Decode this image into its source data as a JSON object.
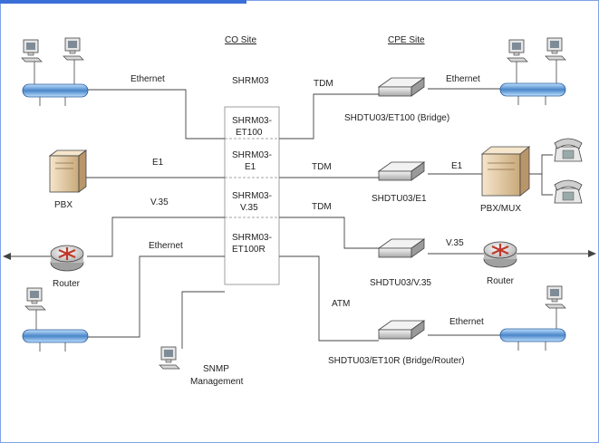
{
  "headers": {
    "co_site": "CO Site",
    "cpe_site": "CPE Site"
  },
  "center": {
    "title": "SHRM03",
    "modules": [
      [
        "SHRM03-",
        "ET100"
      ],
      [
        "SHRM03-",
        "E1"
      ],
      [
        "SHRM03-",
        "V.35"
      ],
      [
        "SHRM03-",
        "ET100R"
      ]
    ]
  },
  "labels": {
    "ethernet_top_left": "Ethernet",
    "e1_left": "E1",
    "v35_left": "V.35",
    "ethernet_mid_left": "Ethernet",
    "tdm_1": "TDM",
    "tdm_2": "TDM",
    "tdm_3": "TDM",
    "atm": "ATM",
    "ethernet_top_right": "Ethernet",
    "e1_right": "E1",
    "v35_right": "V.35",
    "ethernet_bottom_right": "Ethernet"
  },
  "devices": {
    "pbx": "PBX",
    "router_left": "Router",
    "snmp": [
      "SNMP",
      "Management"
    ],
    "shdtu_bridge": "SHDTU03/ET100 (Bridge)",
    "shdtu_e1": "SHDTU03/E1",
    "pbx_mux": "PBX/MUX",
    "shdtu_v35": "SHDTU03/V.35",
    "router_right": "Router",
    "shdtu_bridge_router": "SHDTU03/ET10R (Bridge/Router)"
  },
  "colors": {
    "frame": "#3a6fd8",
    "line": "#444444",
    "bus": "#4a86c8",
    "router": "#c0392b",
    "pbx": "#e8d3b0",
    "modem": "#d9d9d9"
  }
}
